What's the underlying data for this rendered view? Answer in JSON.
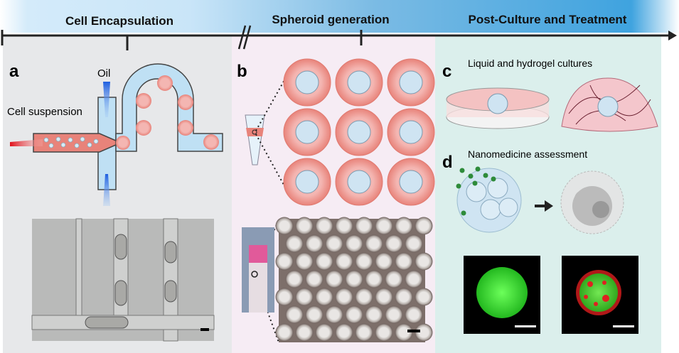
{
  "header": {
    "stages": [
      "Cell Encapsulation",
      "Spheroid generation",
      "Post-Culture and Treatment"
    ]
  },
  "panels": {
    "a": {
      "letter": "a",
      "oil_label": "Oil",
      "cell_label": "Cell suspension"
    },
    "b": {
      "letter": "b"
    },
    "c": {
      "letter": "c",
      "title": "Liquid and hydrogel cultures"
    },
    "d": {
      "letter": "d",
      "title": "Nanomedicine assessment"
    }
  },
  "colors": {
    "panel_a_bg": "#e7e8ea",
    "panel_b_bg": "#f6ecf4",
    "panel_cd_bg": "#dbefec",
    "header_light": "#cfe8f8",
    "header_dark": "#3fa3df",
    "channel_fluid": "#bfe0f4",
    "cell_suspension": "#e8837a",
    "fluorescence_green": "#3ee03a",
    "fluorescence_red": "#e02020"
  }
}
